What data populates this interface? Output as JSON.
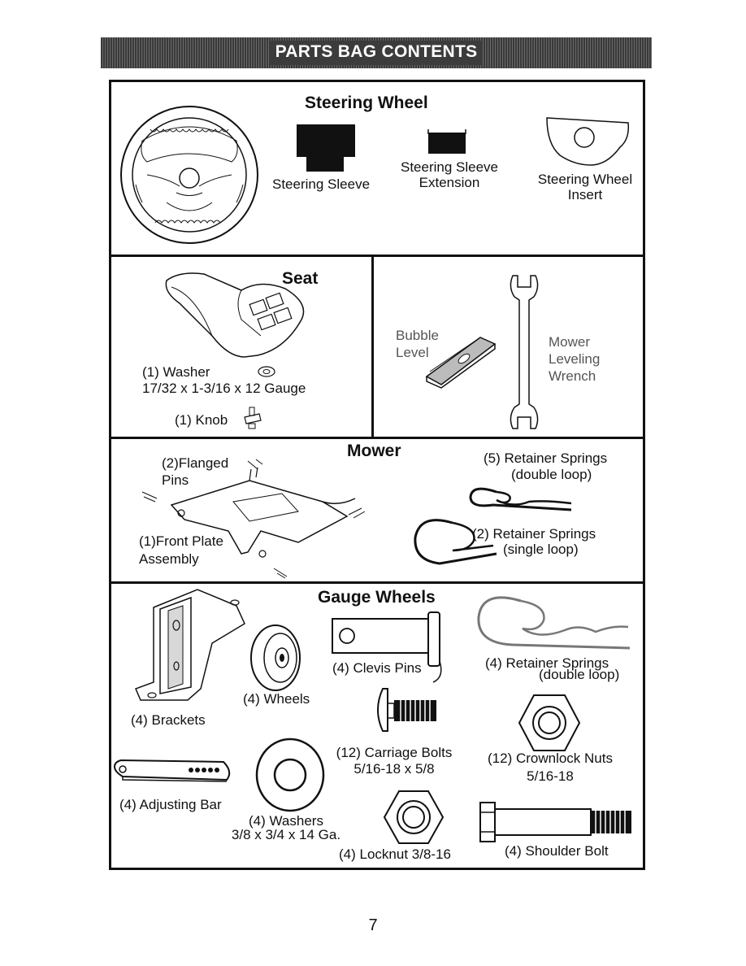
{
  "banner": {
    "title": "PARTS BAG CONTENTS"
  },
  "steering": {
    "heading": "Steering Wheel",
    "sleeve": "Steering Sleeve",
    "extension_line1": "Steering Sleeve",
    "extension_line2": "Extension",
    "insert_line1": "Steering Wheel",
    "insert_line2": "Insert"
  },
  "seat": {
    "heading": "Seat",
    "washer_line1": "(1) Washer",
    "washer_line2": "17/32 x 1-3/16 x 12 Gauge",
    "knob": "(1) Knob"
  },
  "level": {
    "bubble_line1": "Bubble",
    "bubble_line2": "Level",
    "wrench_line1": "Mower",
    "wrench_line2": "Leveling",
    "wrench_line3": "Wrench"
  },
  "mower": {
    "heading": "Mower",
    "pins_line1": "(2)Flanged",
    "pins_line2": "Pins",
    "plate_line1": "(1)Front Plate",
    "plate_line2": "Assembly",
    "springs5_line1": "(5)  Retainer Springs",
    "springs5_line2": "(double loop)",
    "springs2_line1": "(2)  Retainer Springs",
    "springs2_line2": "(single loop)"
  },
  "gauge": {
    "heading": "Gauge Wheels",
    "clevis": "(4) Clevis Pins",
    "retainer_line1": "(4)  Retainer Springs",
    "retainer_line2": "(double loop)",
    "wheels": "(4) Wheels",
    "brackets": "(4) Brackets",
    "carriage_line1": "(12) Carriage Bolts",
    "carriage_line2": "5/16-18 x 5/8",
    "crownlock_line1": "(12) Crownlock Nuts",
    "crownlock_line2": "5/16-18",
    "adjusting": "(4) Adjusting Bar",
    "washers_line1": "(4) Washers",
    "washers_line2": "3/8 x 3/4 x 14 Ga.",
    "locknut": "(4) Locknut  3/8-16",
    "shoulder": "(4) Shoulder Bolt"
  },
  "page": {
    "number": "7"
  }
}
